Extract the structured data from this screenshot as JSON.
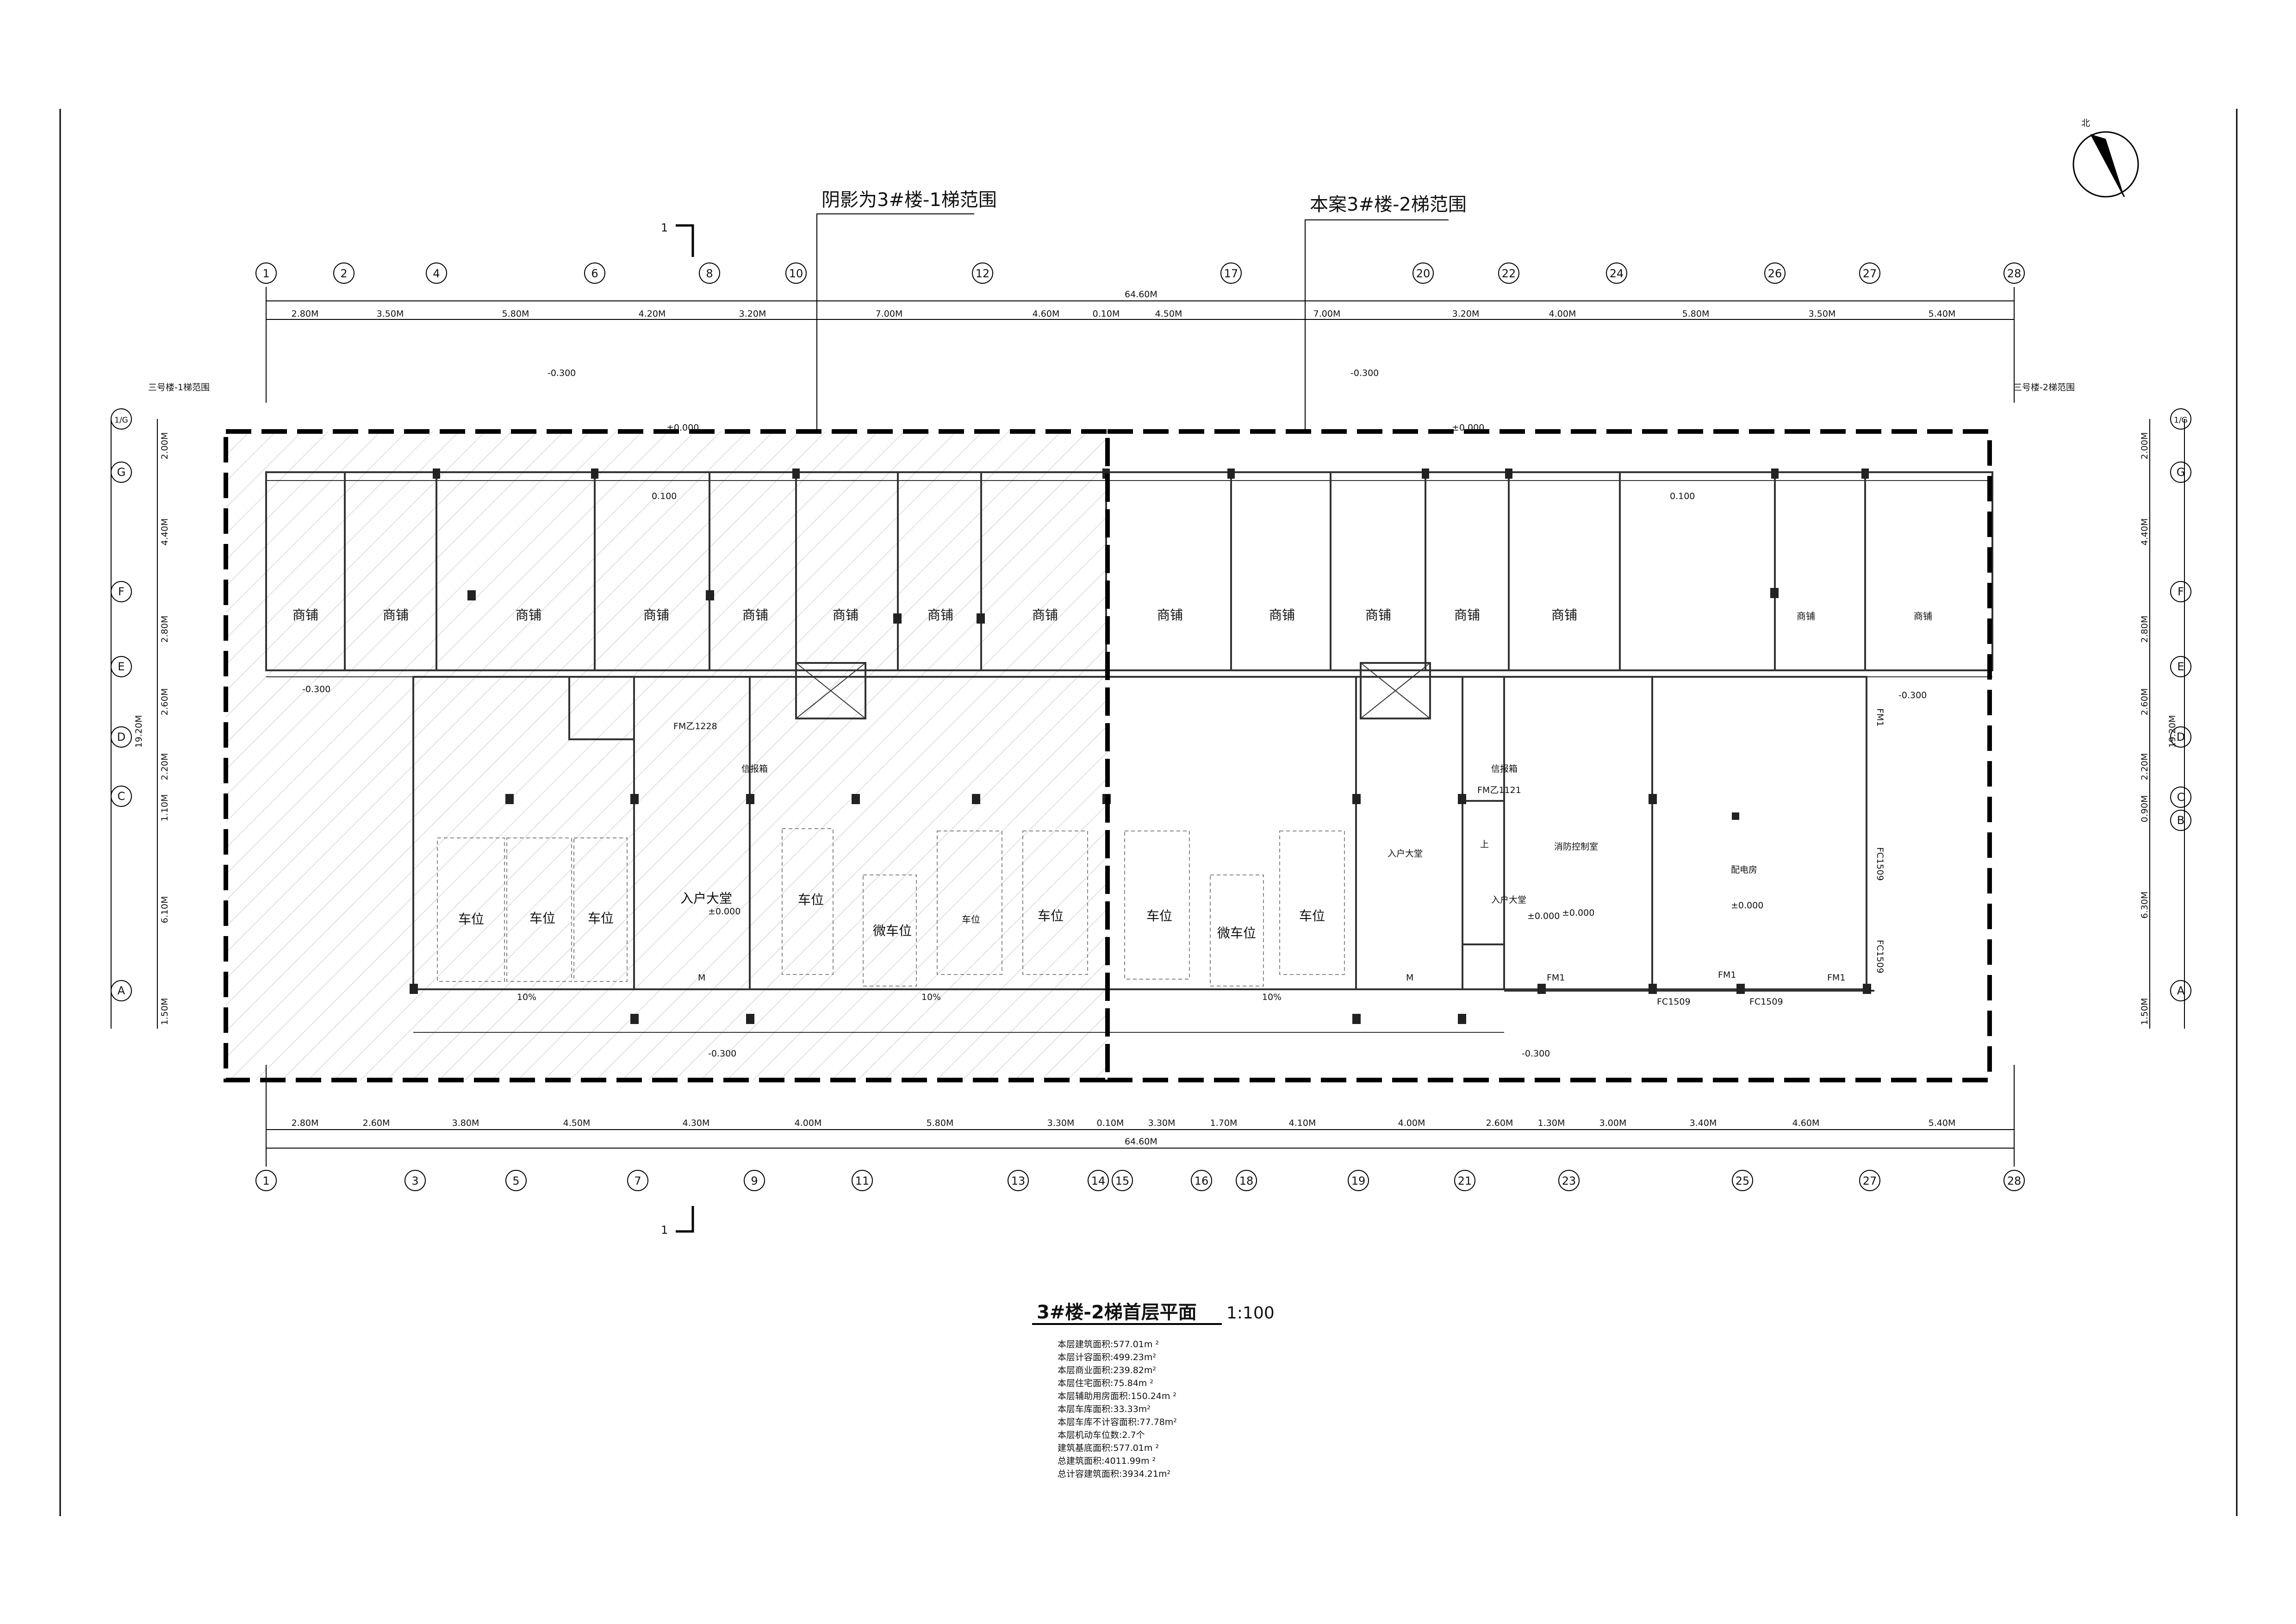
{
  "drawing": {
    "north_label": "北",
    "note_left": "阴影为3#楼-1梯范围",
    "note_right": "本案3#楼-2梯范围",
    "scope_tag_left": "三号楼-1梯范围",
    "scope_tag_right": "三号楼-2梯范围",
    "section_mark": "1",
    "total_dim": "64.60M",
    "top_axes": [
      "1",
      "2",
      "4",
      "6",
      "8",
      "10",
      "12",
      "17",
      "20",
      "22",
      "24",
      "26",
      "27",
      "28"
    ],
    "bottom_axes": [
      "1",
      "3",
      "5",
      "7",
      "9",
      "11",
      "13",
      "14",
      "15",
      "16",
      "18",
      "19",
      "21",
      "23",
      "25",
      "27",
      "28"
    ],
    "top_dims": [
      "2.80M",
      "3.50M",
      "5.80M",
      "4.20M",
      "3.20M",
      "7.00M",
      "4.60M",
      "0.10M",
      "4.50M",
      "7.00M",
      "3.20M",
      "4.00M",
      "5.80M",
      "3.50M",
      "5.40M"
    ],
    "bottom_dims": [
      "2.80M",
      "2.60M",
      "3.80M",
      "4.50M",
      "4.30M",
      "4.00M",
      "5.80M",
      "3.30M",
      "0.10M",
      "3.30M",
      "1.70M",
      "4.10M",
      "4.00M",
      "2.60M",
      "1.30M",
      "3.00M",
      "3.40M",
      "4.60M",
      "5.40M"
    ],
    "row_axes_left": [
      "1/G",
      "G",
      "F",
      "E",
      "D",
      "C",
      "A"
    ],
    "row_axes_right": [
      "1/G",
      "G",
      "F",
      "E",
      "D",
      "C",
      "B",
      "A"
    ],
    "left_dims": [
      "2.00M",
      "4.40M",
      "2.80M",
      "2.60M",
      "2.20M",
      "1.10M",
      "6.10M",
      "1.50M"
    ],
    "left_total": "19.20M",
    "right_dims": [
      "2.00M",
      "4.40M",
      "2.80M",
      "2.60M",
      "2.20M",
      "0.90M",
      "6.30M",
      "1.50M"
    ],
    "right_total": "19.20M",
    "levels": [
      "-0.300",
      "-0.300",
      "±0.000",
      "±0.000",
      "0.100",
      "0.100",
      "-0.300",
      "-0.300",
      "±0.000",
      "±0.000",
      "±0.000",
      "±0.000",
      "-0.300",
      "-0.300"
    ],
    "shop_label": "商铺",
    "parking_label": "车位",
    "micro_parking_label": "微车位",
    "lobby_label": "入户大堂",
    "fire_control_label": "消防控制室",
    "power_room_label": "配电房",
    "letterbox_label": "信报箱",
    "slope": "10%",
    "door_m": "M",
    "door_fm1": "FM1",
    "door_fc1509": "FC1509",
    "door_fm_a": "FM乙1228",
    "door_fm_b": "FM乙1121",
    "stair_up": "上"
  },
  "title_block": {
    "title": "3#楼-2梯首层平面",
    "scale": "1:100",
    "stats": [
      "本层建筑面积:577.01m ²",
      "本层计容面积:499.23m²",
      "本层商业面积:239.82m²",
      "本层住宅面积:75.84m ²",
      "本层辅助用房面积:150.24m ²",
      "本层车库面积:33.33m²",
      "本层车库不计容面积:77.78m²",
      "本层机动车位数:2.7个",
      "建筑基底面积:577.01m ²",
      "总建筑面积:4011.99m ²",
      "总计容建筑面积:3934.21m²"
    ]
  }
}
